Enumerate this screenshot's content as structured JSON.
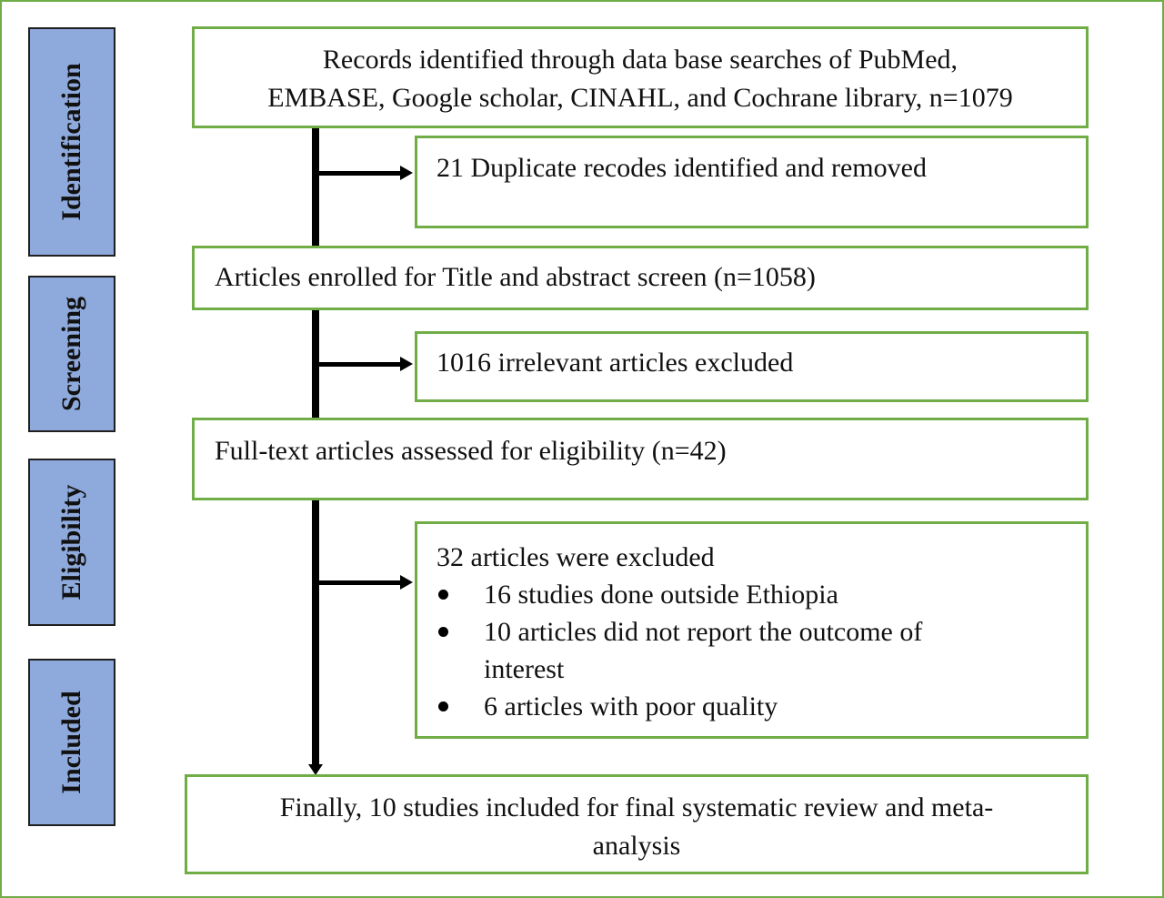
{
  "stages": [
    {
      "id": "identification",
      "label": "Identification"
    },
    {
      "id": "screening",
      "label": "Screening"
    },
    {
      "id": "eligibility",
      "label": "Eligibility"
    },
    {
      "id": "included",
      "label": "Included"
    }
  ],
  "boxes": {
    "records_identified": {
      "lines": [
        "Records identified through data base searches of PubMed,",
        "EMBASE, Google scholar, CINAHL, and Cochrane library, n=1079"
      ]
    },
    "duplicates": {
      "text": "21 Duplicate recodes identified and removed"
    },
    "title_abstract": {
      "text": "Articles enrolled for Title and abstract screen (n=1058)"
    },
    "irrelevant": {
      "text": "1016 irrelevant articles excluded"
    },
    "full_text": {
      "text": "Full-text articles assessed for eligibility (n=42)"
    },
    "excluded": {
      "heading": "32 articles were excluded",
      "bullets": [
        {
          "lines": [
            "16 studies done outside Ethiopia"
          ]
        },
        {
          "lines": [
            "10 articles did not report the outcome of",
            "interest"
          ]
        },
        {
          "lines": [
            "6 articles with poor quality"
          ]
        }
      ]
    },
    "final": {
      "lines": [
        "Finally, 10 studies included for final systematic review and meta-",
        "analysis"
      ]
    }
  },
  "colors": {
    "box_border": "#70ad47",
    "stage_fill": "#8ea9db",
    "arrow": "#000000"
  }
}
